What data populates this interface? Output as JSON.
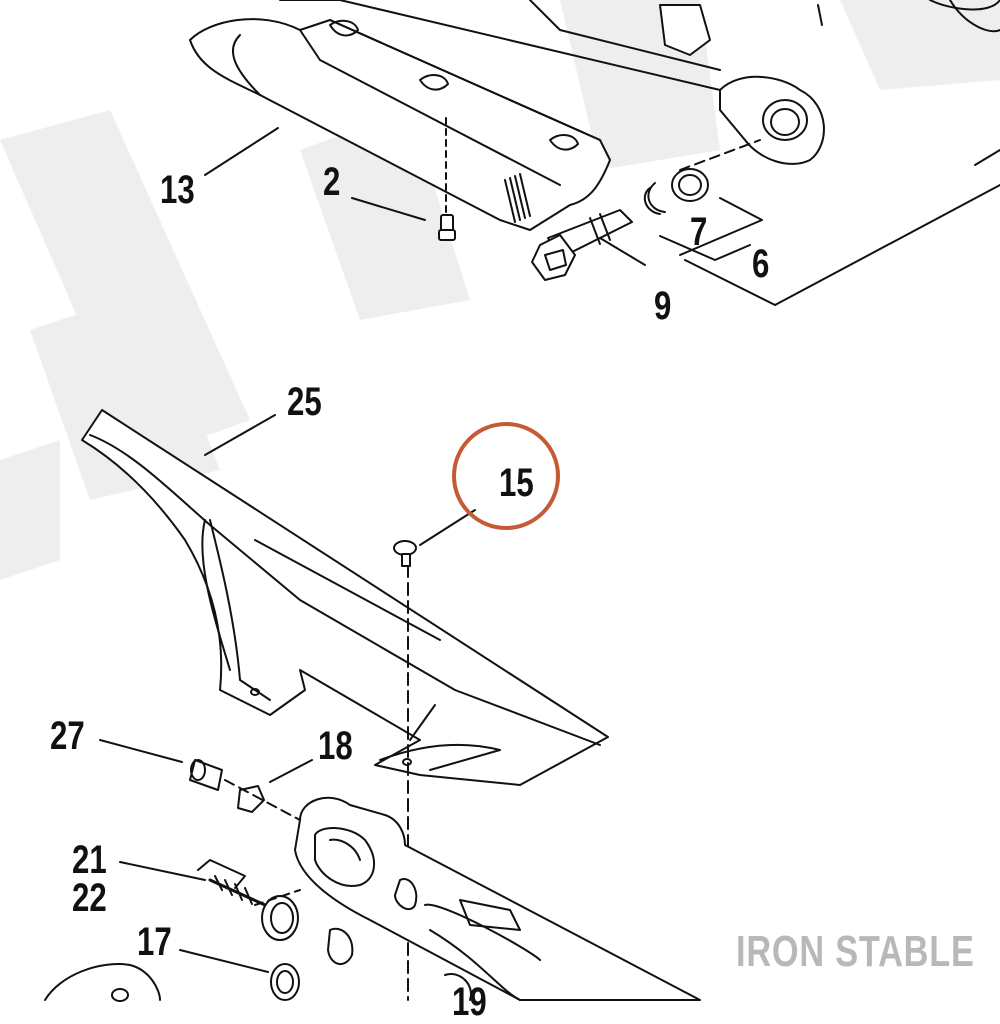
{
  "diagram": {
    "callouts": [
      {
        "id": "c13",
        "text": "13"
      },
      {
        "id": "c2",
        "text": "2"
      },
      {
        "id": "c7",
        "text": "7"
      },
      {
        "id": "c6",
        "text": "6"
      },
      {
        "id": "c9",
        "text": "9"
      },
      {
        "id": "c25",
        "text": "25"
      },
      {
        "id": "c15",
        "text": "15"
      },
      {
        "id": "c27",
        "text": "27"
      },
      {
        "id": "c18",
        "text": "18"
      },
      {
        "id": "c21",
        "text": "21"
      },
      {
        "id": "c22",
        "text": "22"
      },
      {
        "id": "c17",
        "text": "17"
      },
      {
        "id": "c19",
        "text": "19"
      }
    ],
    "highlighted_part": "15",
    "highlight_color": "#c55a35",
    "line_color": "#111111",
    "watermark_color": "#eeeeee"
  },
  "branding": {
    "name": "IRON STABLE",
    "color": "#b8b8b8"
  }
}
